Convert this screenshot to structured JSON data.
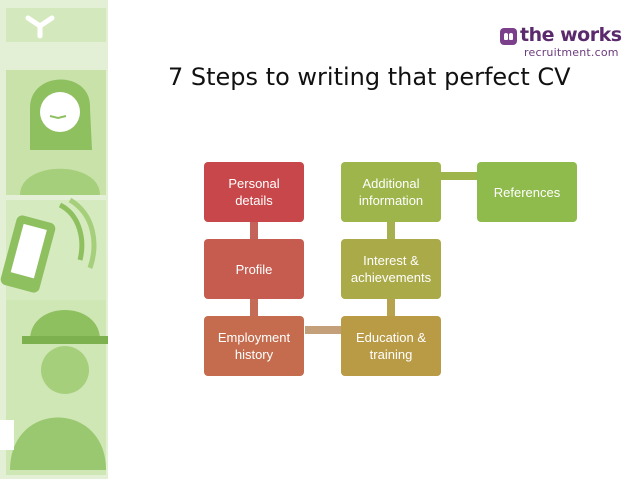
{
  "header": {
    "title": "7 Steps to writing that perfect CV"
  },
  "logo": {
    "name": "the works",
    "sub": "recruitment.com",
    "icon": "logo-icon"
  },
  "steps": [
    {
      "label": "Personal\ndetails",
      "color": "#c8474a"
    },
    {
      "label": "Profile",
      "color": "#c65c50"
    },
    {
      "label": "Employment\nhistory",
      "color": "#c46c4d"
    },
    {
      "label": "Education &\ntraining",
      "color": "#b99a45"
    },
    {
      "label": "Interest &\nachievements",
      "color": "#abaa48"
    },
    {
      "label": "Additional\ninformation",
      "color": "#9db54a"
    },
    {
      "label": "References",
      "color": "#8fba4c"
    }
  ],
  "colors": {
    "connector_left": "#c4635a",
    "connector_mid": "#c4a090",
    "connector_right": "#a8b45a",
    "side_green": "#a8cf80",
    "side_light": "#dceccb"
  }
}
